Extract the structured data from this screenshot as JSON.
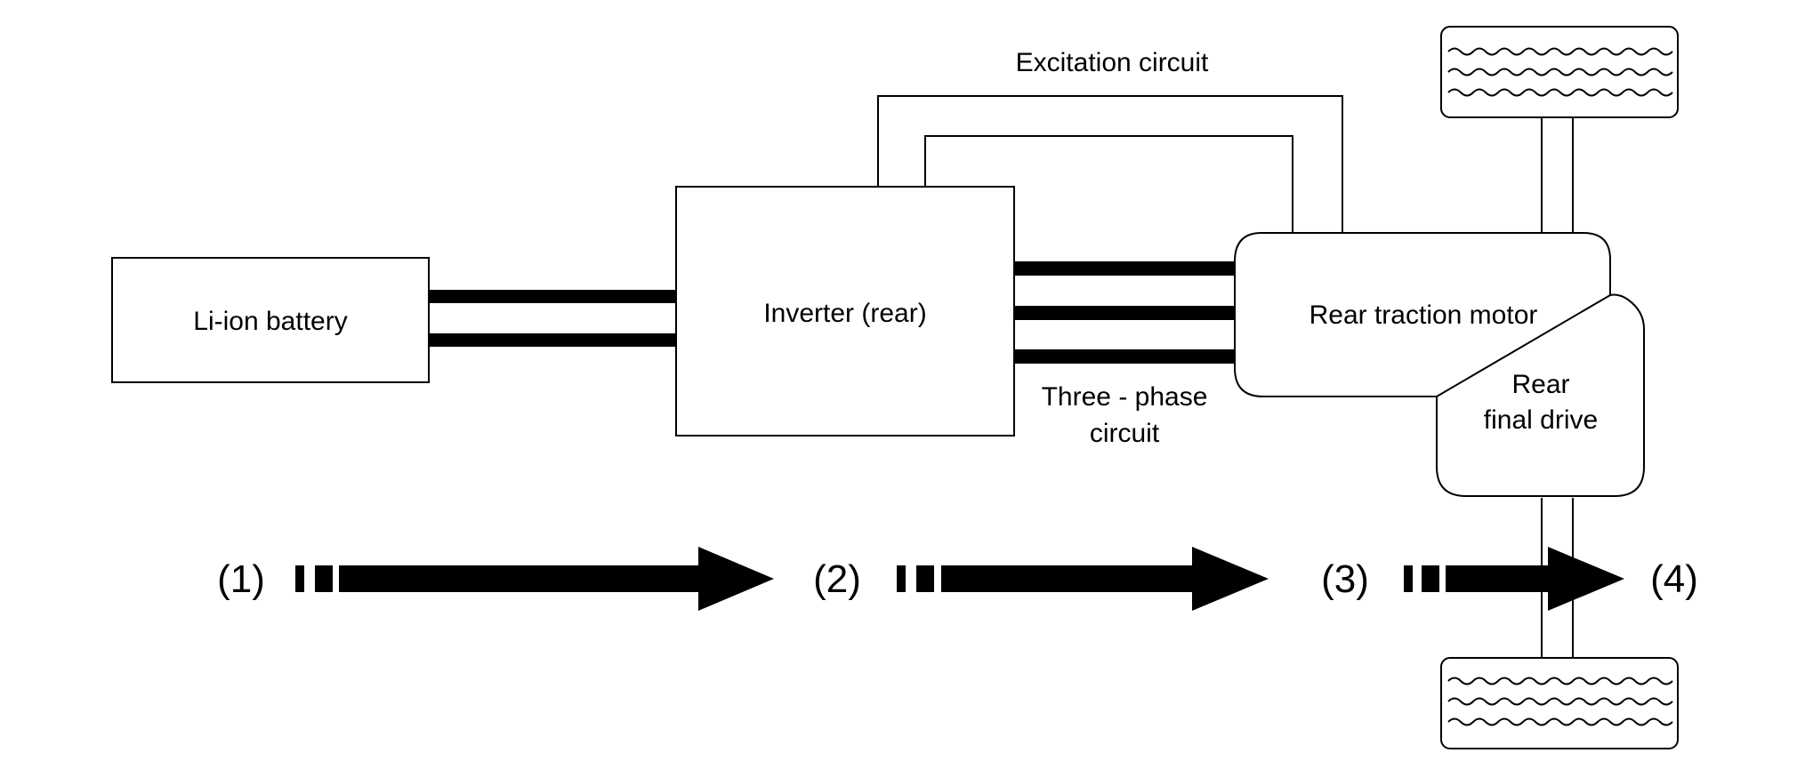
{
  "labels": {
    "battery": "Li-ion battery",
    "inverter": "Inverter (rear)",
    "motor": "Rear traction motor",
    "final_drive_line1": "Rear",
    "final_drive_line2": "final drive",
    "excitation": "Excitation circuit",
    "three_phase_line1": "Three - phase",
    "three_phase_line2": "circuit"
  },
  "steps": [
    "(1)",
    "(2)",
    "(3)",
    "(4)"
  ],
  "colors": {
    "line": "#000000",
    "background": "#ffffff"
  }
}
